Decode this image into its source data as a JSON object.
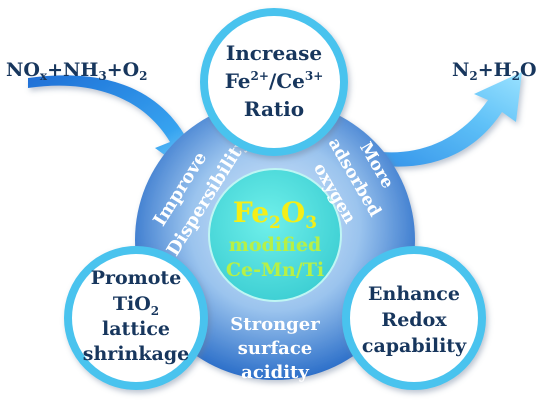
{
  "left_reaction": {
    "prefix": "NO",
    "sub1": "x",
    "mid": "+NH",
    "sub2": "3",
    "end": "+O",
    "sub3": "2"
  },
  "right_product": {
    "prefix": "N",
    "sub1": "2",
    "mid": "+H",
    "sub2": "2",
    "end": "O"
  },
  "center": {
    "formula_main": "Fe",
    "formula_sub1": "2",
    "formula_mid": "O",
    "formula_sub2": "3",
    "line2": "modified",
    "line3": "Ce-Mn/Ti"
  },
  "nodes": {
    "top": {
      "line1": "Increase",
      "line2_a": "Fe",
      "line2_sup1": "2+",
      "line2_b": "/Ce",
      "line2_sup2": "3+",
      "line3": "Ratio"
    },
    "bottom_left": {
      "line1": "Promote",
      "line2_a": "TiO",
      "line2_sub": "2",
      "line3": "lattice",
      "line4": "shrinkage"
    },
    "bottom_right": {
      "line1": "Enhance",
      "line2": "Redox",
      "line3": "capability"
    }
  },
  "ring_labels": {
    "left_line1": "Improve",
    "left_line2": "Dispersibility",
    "right_line1": "More",
    "right_line2": "adsorbed",
    "right_line3": "oxygen",
    "bottom_line1": "Stronger",
    "bottom_line2": "surface",
    "bottom_line3": "acidity"
  },
  "colors": {
    "center_fill": "#4fe2dc",
    "center_text_yellow": "#f4ee18",
    "center_text_green": "#b7f046",
    "ring_outer": "#2c6fc9",
    "ring_inner": "#9bc4ee",
    "node_fill": "#ffffff",
    "node_border": "#49c3ee",
    "text_dark": "#17365d",
    "text_white": "#ffffff",
    "arrow_dark": "#1d73d8",
    "arrow_light": "#7fd3ff"
  }
}
